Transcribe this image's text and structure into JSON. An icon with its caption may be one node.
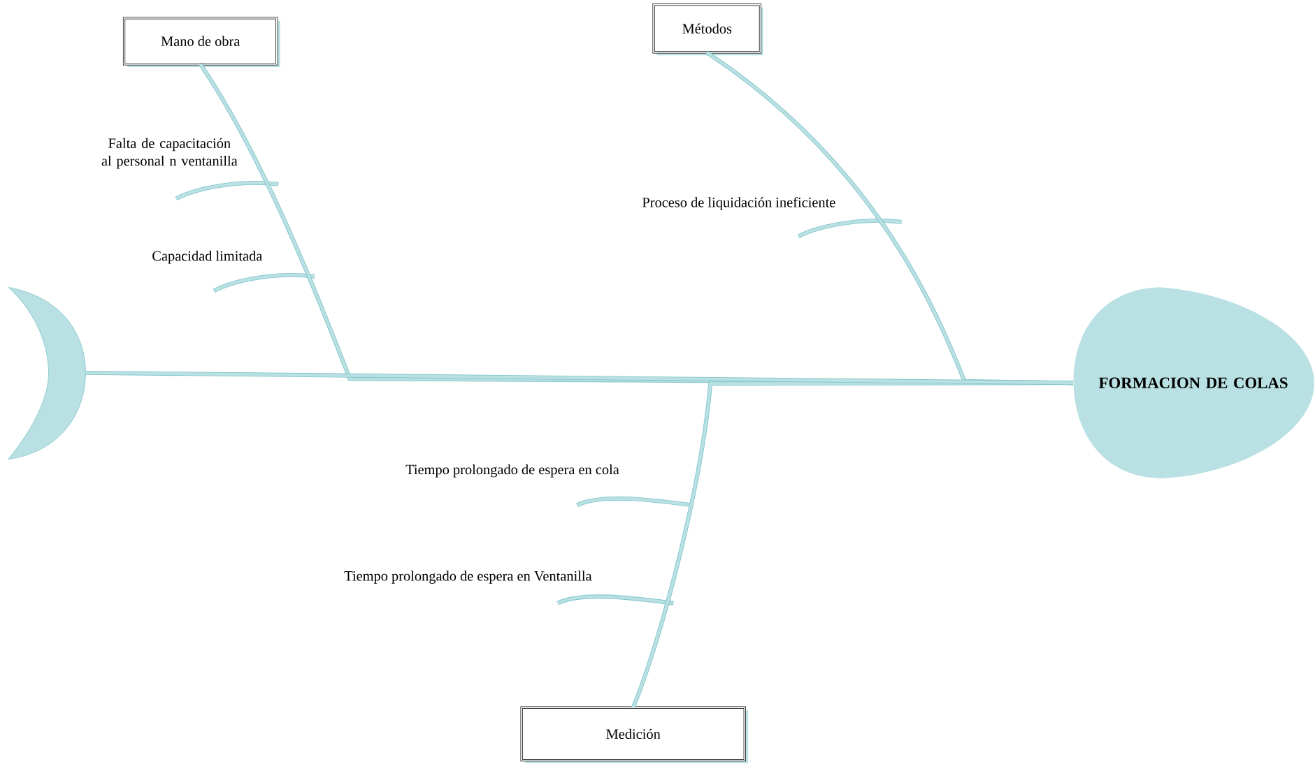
{
  "diagram": {
    "nodes": [
      {
        "text": [
          "Mano de obra"
        ]
      },
      {
        "text": [
          "Métodos"
        ]
      },
      {
        "text": [
          "Medición"
        ]
      },
      {
        "text": [
          "FORMACION DE COLAS"
        ]
      },
      {
        "text": [],
        "shape": "crescent"
      }
    ],
    "edges": [
      {
        "from": 0,
        "to": 3,
        "arrow": "none"
      },
      {
        "from": 1,
        "to": 3,
        "arrow": "none"
      },
      {
        "from": 2,
        "to": 3,
        "arrow": "none"
      },
      {
        "from": 4,
        "to": 3,
        "arrow": "none"
      }
    ],
    "labels": [
      "Falta de capacitación al personal n ventanilla",
      "Capacidad limitada",
      "Proceso de liquidación ineficiente",
      "Tiempo prolongado de espera en cola",
      "Tiempo prolongado de espera en Ventanilla"
    ]
  }
}
